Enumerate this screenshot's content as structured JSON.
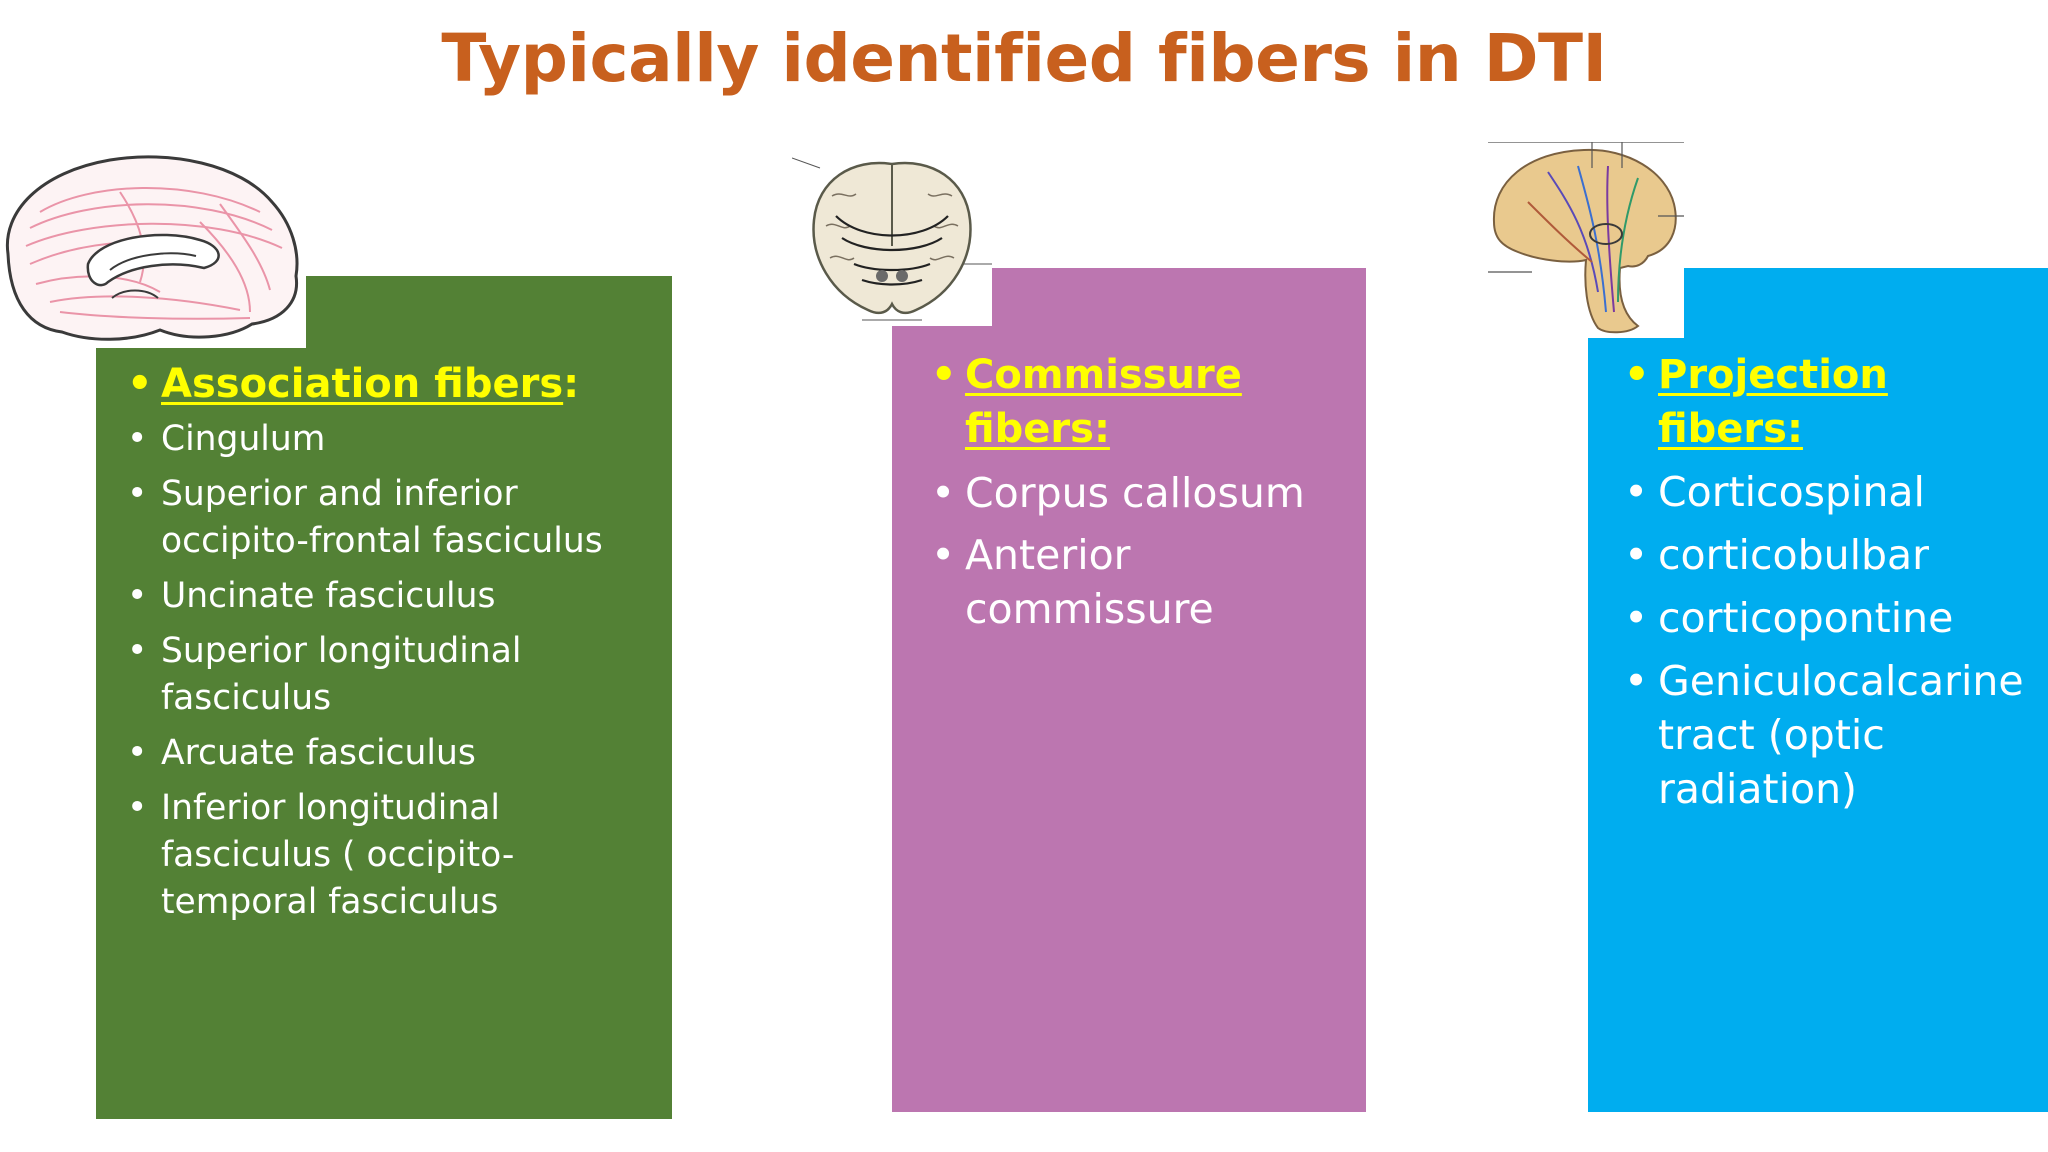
{
  "slide": {
    "title": "Typically identified fibers in DTI"
  },
  "colors": {
    "title": "#c8601e",
    "heading": "#ffff00",
    "association_panel": "#538135",
    "commissure_panel": "#bc76b0",
    "projection_panel": "#00adef"
  },
  "association": {
    "heading": "Association fibers",
    "heading_suffix": ":",
    "items": [
      "Cingulum",
      "Superior and inferior occipito-frontal fasciculus",
      "Uncinate fasciculus",
      "Superior longitudinal fasciculus",
      "Arcuate fasciculus",
      "Inferior longitudinal fasciculus ( occipito-temporal fasciculus"
    ]
  },
  "commissure": {
    "heading": "Commissure fibers:",
    "items": [
      "Corpus callosum",
      "Anterior commissure"
    ]
  },
  "projection": {
    "heading": "Projection fibers:",
    "items": [
      "Corticospinal",
      "corticobulbar",
      "corticopontine",
      "Geniculocalcarine tract (optic radiation)"
    ]
  },
  "figures": {
    "association": {
      "icon": "brain-sagittal-association-fibers-illustration"
    },
    "commissure": {
      "icon": "brain-coronal-commissure-fibers-illustration"
    },
    "projection": {
      "icon": "brain-projection-fibers-illustration"
    }
  }
}
